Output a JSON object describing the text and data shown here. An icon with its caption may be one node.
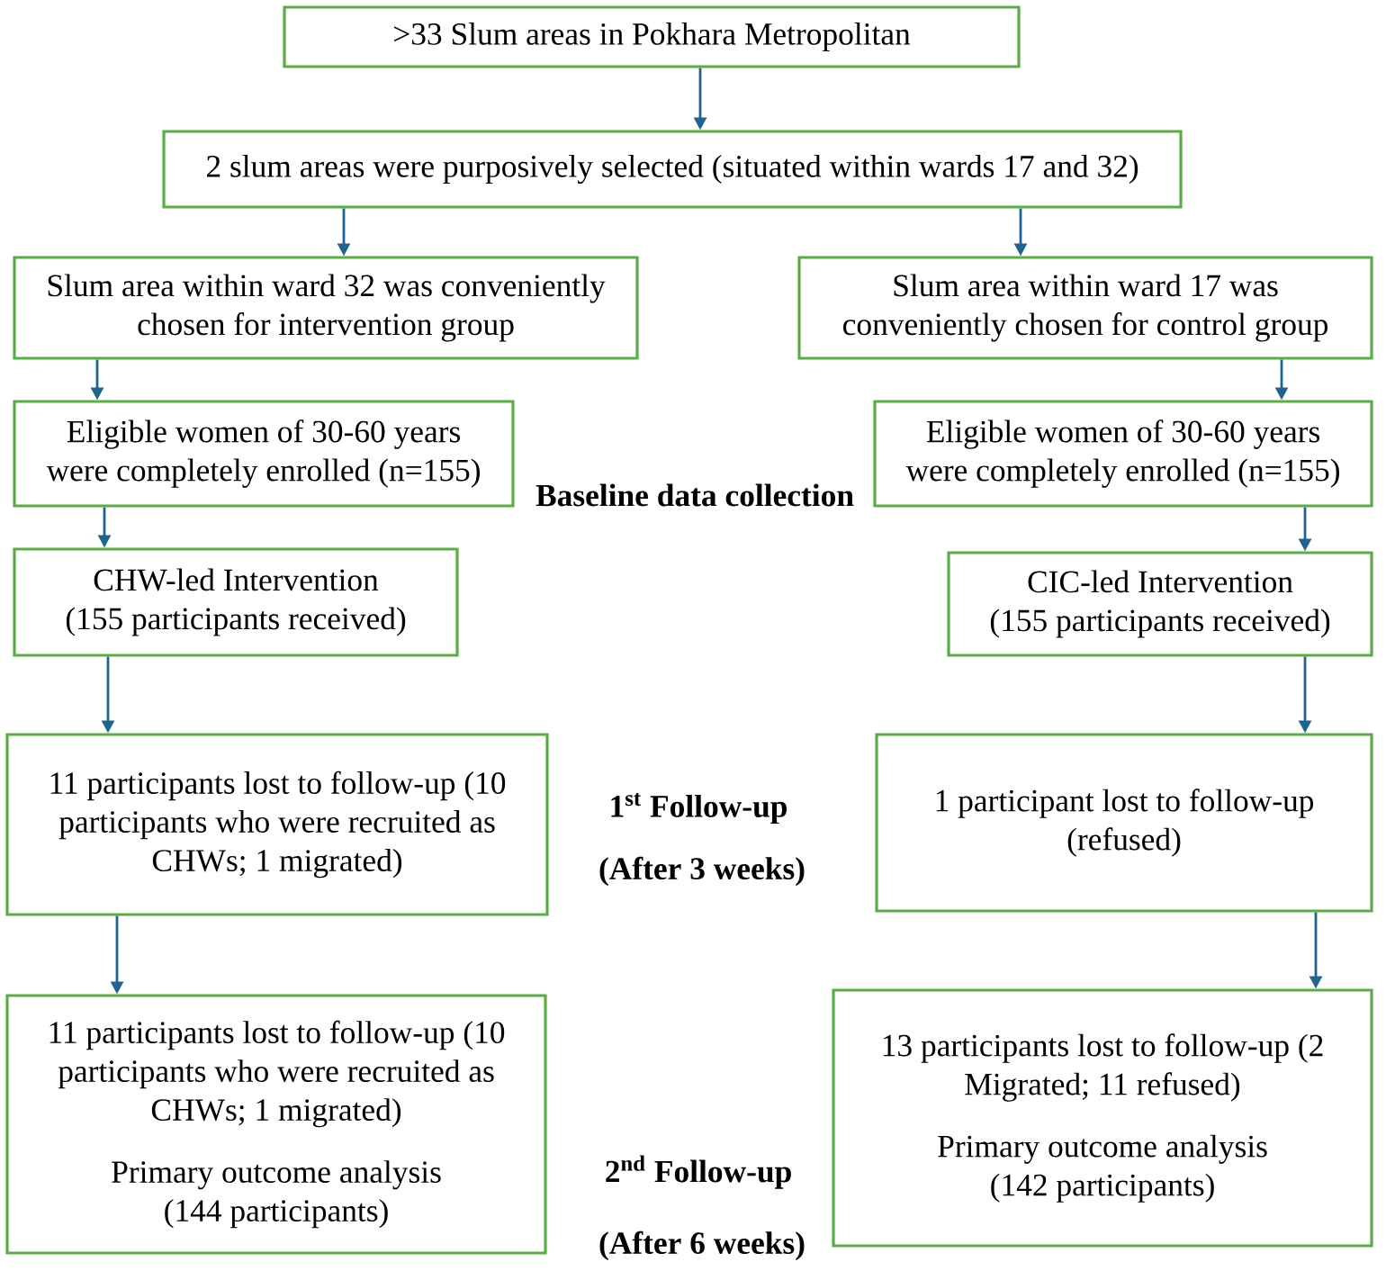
{
  "diagram": {
    "nodes": [
      {
        "text": [
          ">33 Slum areas in Pokhara Metropolitan"
        ]
      },
      {
        "text": [
          "2 slum areas were purposively selected (situated within wards 17 and 32)"
        ]
      },
      {
        "text": [
          "Slum area within ward 32 was conveniently chosen for intervention group"
        ]
      },
      {
        "text": [
          "Slum area within ward 17 was conveniently chosen for control group"
        ]
      },
      {
        "text": [
          "Eligible women of 30-60 years were completely enrolled (n=155)"
        ]
      },
      {
        "text": [
          "Eligible women of 30-60 years were completely enrolled (n=155)"
        ]
      },
      {
        "text": [
          "CHW-led Intervention (155 participants received)"
        ]
      },
      {
        "text": [
          "CIC-led Intervention (155 participants received)"
        ]
      },
      {
        "text": [
          "11 participants lost to follow-up (10 participants who were recruited as CHWs; 1 migrated)"
        ]
      },
      {
        "text": [
          "1 participant lost to follow-up (refused)"
        ]
      },
      {
        "text": [
          "11 participants lost to follow-up (10 participants who were recruited as CHWs; 1 migrated)",
          "Primary outcome analysis (144 participants)"
        ]
      },
      {
        "text": [
          "13 participants lost to follow-up (2 Migrated; 11 refused)",
          "Primary outcome analysis (142 participants)"
        ]
      }
    ],
    "edges": [
      {
        "from": 0,
        "to": 1,
        "arrow": "to"
      },
      {
        "from": 1,
        "to": 2,
        "arrow": "to"
      },
      {
        "from": 1,
        "to": 3,
        "arrow": "to"
      },
      {
        "from": 2,
        "to": 4,
        "arrow": "to"
      },
      {
        "from": 3,
        "to": 5,
        "arrow": "to"
      },
      {
        "from": 4,
        "to": 6,
        "arrow": "to"
      },
      {
        "from": 5,
        "to": 7,
        "arrow": "to"
      },
      {
        "from": 6,
        "to": 8,
        "arrow": "to"
      },
      {
        "from": 7,
        "to": 9,
        "arrow": "to"
      },
      {
        "from": 8,
        "to": 10,
        "arrow": "to"
      },
      {
        "from": 9,
        "to": 11,
        "arrow": "to"
      }
    ],
    "labels": [
      "Baseline data collection",
      "1$^{st}$ Follow-up",
      "(After 3 weeks)",
      "2$^{nd}$ Follow-up",
      "(After 6 weeks)"
    ]
  }
}
